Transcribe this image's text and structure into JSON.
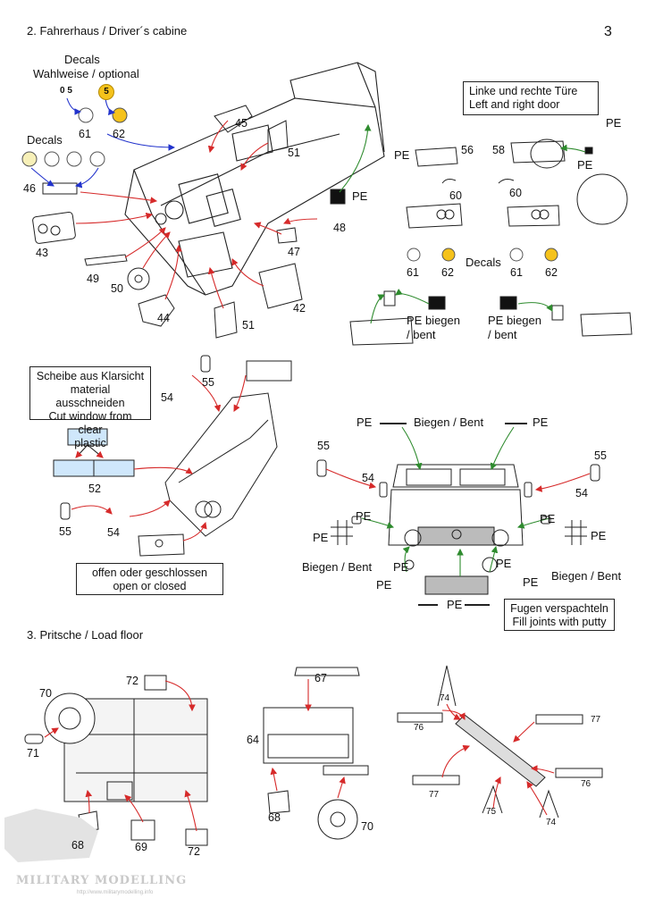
{
  "page_number": "3",
  "section2": {
    "title": "2. Fahrerhaus / Driver´s cabine",
    "decals_optional_line1": "Decals",
    "decals_optional_line2": "Wahlweise / optional",
    "decal_a": "0 5",
    "decal_b": "5",
    "decals_label": "Decals",
    "door_box_line1": "Linke und rechte Türe",
    "door_box_line2": "Left and right door",
    "window_box_line1": "Scheibe aus Klarsicht",
    "window_box_line2": "material ausschneiden",
    "window_box_line3": "Cut window from clear",
    "window_box_line4": "plastic",
    "open_box_line1": "offen oder geschlossen",
    "open_box_line2": "open or closed",
    "putty_box_line1": "Fugen verspachteln",
    "putty_box_line2": "Fill joints with putty",
    "pe": "PE",
    "pe_bent_line1": "PE biegen",
    "pe_bent_line2": "/ bent",
    "biegen_bent": "Biegen / Bent",
    "decals_doors": "Decals"
  },
  "section3": {
    "title": "3. Pritsche / Load floor"
  },
  "part_numbers": {
    "p61a": "61",
    "p62a": "62",
    "p45": "45",
    "p51a": "51",
    "p46": "46",
    "p43": "43",
    "p49": "49",
    "p50": "50",
    "p44": "44",
    "p51b": "51",
    "p42": "42",
    "p47": "47",
    "p48": "48",
    "p56": "56",
    "p58": "58",
    "p60a": "60",
    "p60b": "60",
    "p61b": "61",
    "p62b": "62",
    "p61c": "61",
    "p62c": "62",
    "p54a": "54",
    "p55a": "55",
    "p52": "52",
    "p55b": "55",
    "p54b": "54",
    "p55c": "55",
    "p54c": "54",
    "p55d": "55",
    "p54d": "54",
    "p70a": "70",
    "p71": "71",
    "p72a": "72",
    "p68a": "68",
    "p69": "69",
    "p72b": "72",
    "p67": "67",
    "p64": "64",
    "p68b": "68",
    "p70b": "70",
    "p74a": "74",
    "p76a": "76",
    "p77a": "77",
    "p77b": "77",
    "p76b": "76",
    "p75": "75",
    "p74b": "74"
  },
  "watermark": {
    "text": "MILITARY MODELLING",
    "url": "http://www.militarymodelling.info"
  },
  "colors": {
    "arrow_red": "#d62a2a",
    "arrow_green": "#2e8b2e",
    "arrow_blue": "#2233cc",
    "decal_yellow": "#f5c21b"
  }
}
